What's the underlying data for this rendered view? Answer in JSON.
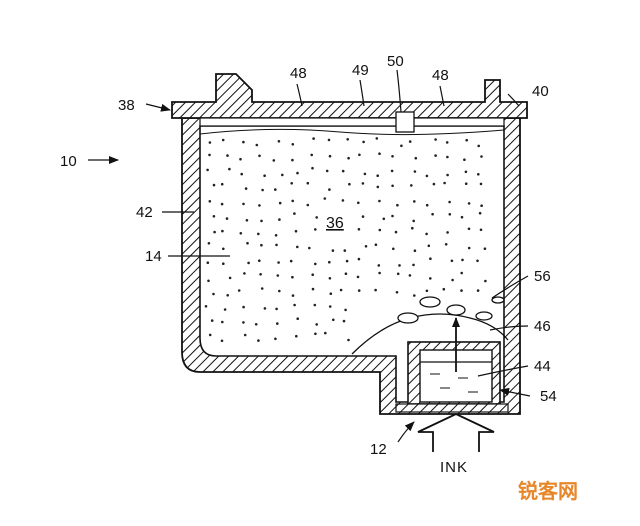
{
  "labels": {
    "l10": "10",
    "l12": "12",
    "l14": "14",
    "l36": "36",
    "l38": "38",
    "l40": "40",
    "l42": "42",
    "l44": "44",
    "l46": "46",
    "l48a": "48",
    "l48b": "48",
    "l49": "49",
    "l50": "50",
    "l54": "54",
    "l56": "56"
  },
  "ink_label": "INK",
  "watermark": {
    "text": "锐客网",
    "color": "#e8862a"
  },
  "colors": {
    "line": "#111111",
    "background": "#ffffff"
  }
}
